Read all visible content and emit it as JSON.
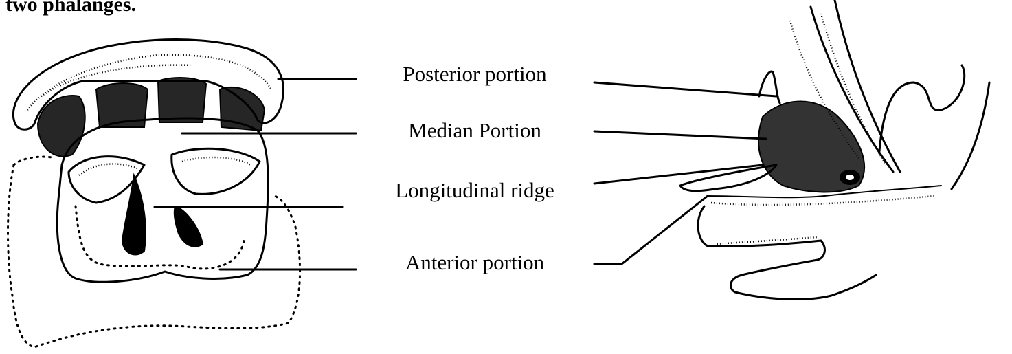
{
  "heading_fragment": "two  phalanges.",
  "labels": {
    "posterior": "Posterior portion",
    "median": "Median Portion",
    "longitudinal": "Longitudinal ridge",
    "anterior": "Anterior portion"
  }
}
